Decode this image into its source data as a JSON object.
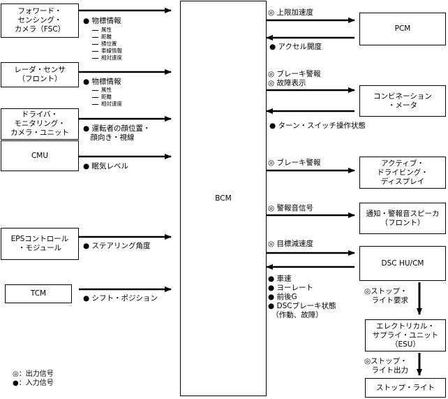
{
  "bcm": "BCM",
  "left_modules": [
    {
      "name": "フォワード・\nセンシング・\nカメラ（FSC）"
    },
    {
      "name": "レーダ・センサ\n（フロント）"
    },
    {
      "name": "ドライバ・\nモニタリング・\nカメラ・ユニット"
    },
    {
      "name": "CMU"
    },
    {
      "name": "EPSコントロール\n・モジュール"
    },
    {
      "name": "TCM"
    }
  ],
  "left_signals": {
    "fsc": {
      "main": "● 物標情報",
      "subs": [
        "属性",
        "距離",
        "横位置",
        "車線情報",
        "相対速度"
      ]
    },
    "radar": {
      "main": "● 物標情報",
      "subs": [
        "属性",
        "距離",
        "相対速度"
      ]
    },
    "dmc": "● 運転者の顔位置・\n　顔向き・視線",
    "cmu": "● 眠気レベル",
    "eps": "● ステアリング角度",
    "tcm": "● シフト・ポジション"
  },
  "right_modules": [
    {
      "name": "PCM"
    },
    {
      "name": "コンビネーション\n・メータ"
    },
    {
      "name": "アクティブ・\nドライビング・\nディスプレイ"
    },
    {
      "name": "通知・警報音スピーカ\n（フロント）"
    },
    {
      "name": "DSC HU/CM"
    },
    {
      "name": "エレクトリカル・\nサプライ・ユニット\n（ESU）"
    },
    {
      "name": "ストップ・ライト"
    }
  ],
  "right_signals": {
    "pcm_out": "◎ 上限加速度",
    "pcm_in": "● アクセル開度",
    "meter_out": "◎ ブレーキ警報\n◎ 故障表示",
    "meter_in": "● ターン・スイッチ操作状態",
    "add_out": "◎ ブレーキ警報",
    "speaker_out": "◎ 警報音信号",
    "dsc_out": "◎ 目標減速度",
    "dsc_in": "● 車速\n● ヨーレート\n● 前後G\n● DSCブレーキ状態\n　（作動、故障）",
    "dsc_esu": "◎ストップ・\n　ライト要求",
    "esu_light": "◎ストップ・\n　ライト出力"
  },
  "legend": {
    "output": "◎：出力信号",
    "input": "●：入力信号"
  }
}
